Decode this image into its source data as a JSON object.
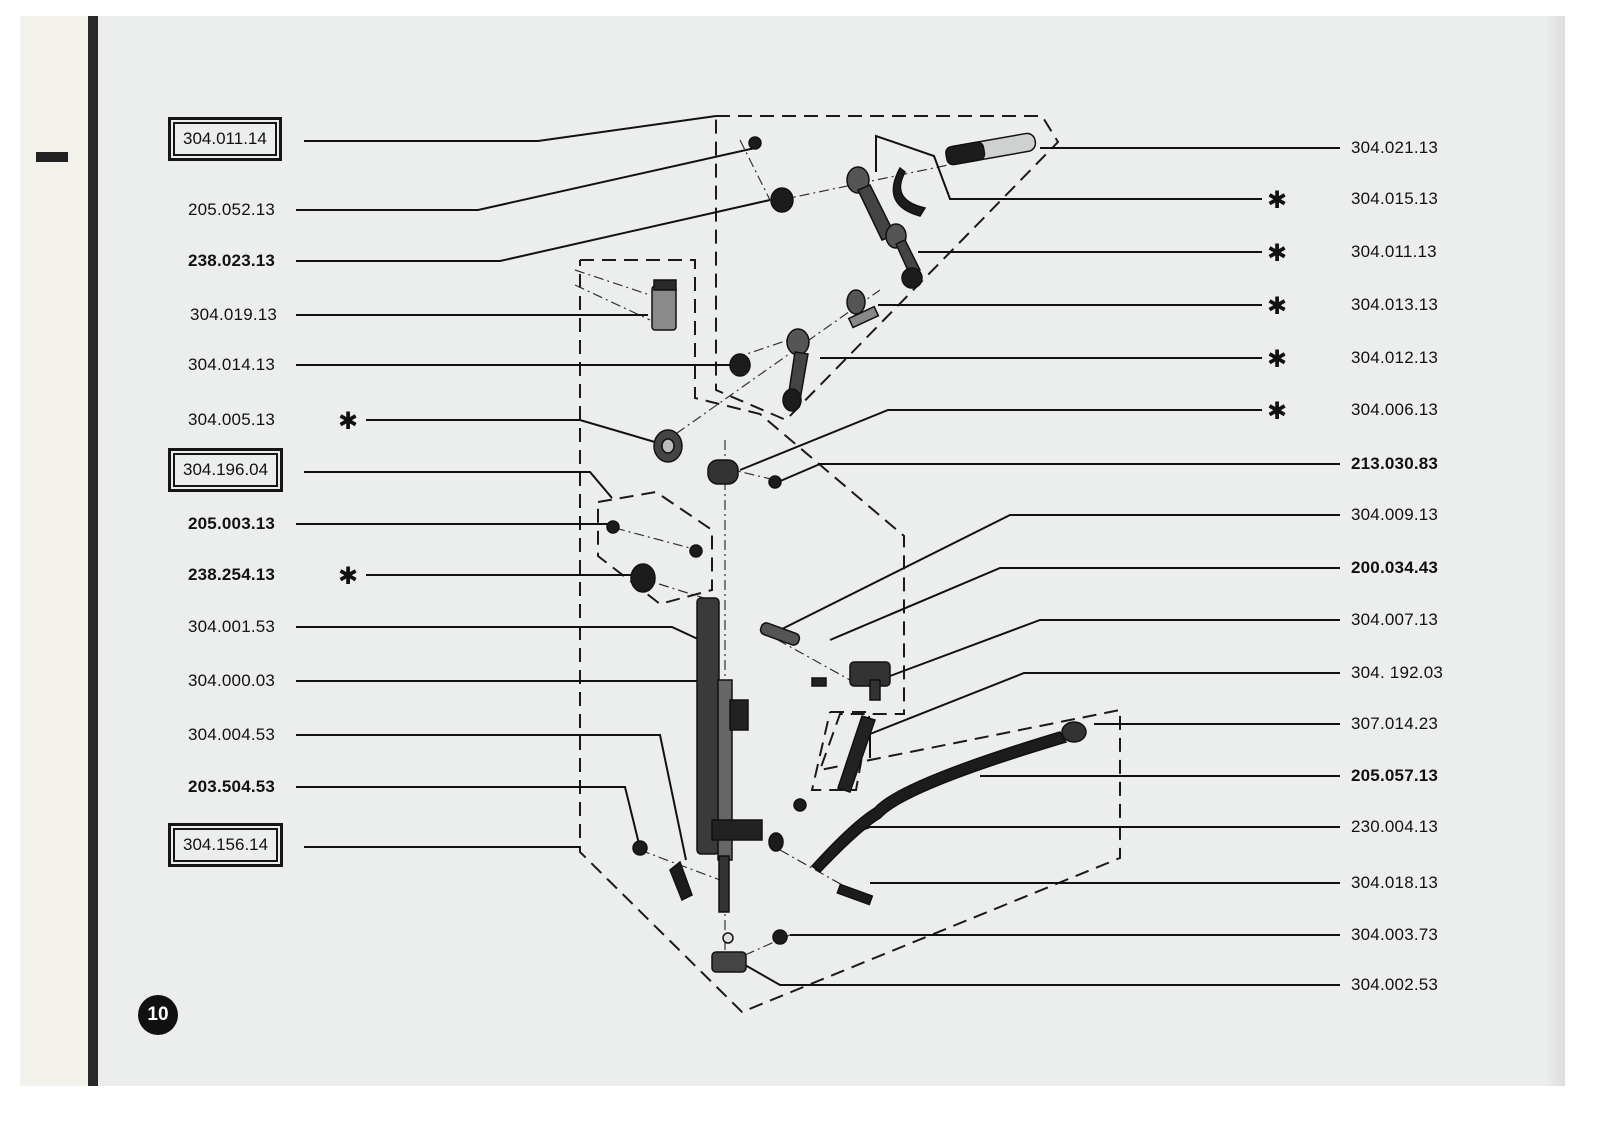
{
  "page": {
    "number": "10"
  },
  "left_labels": [
    {
      "id": "304.011.14",
      "text": "304.011.14",
      "boxed": true
    },
    {
      "id": "205.052.13",
      "text": "205.052.13"
    },
    {
      "id": "238.023.13",
      "text": "238.023.13"
    },
    {
      "id": "304.019.13",
      "text": "304.019.13"
    },
    {
      "id": "304.014.13",
      "text": "304.014.13"
    },
    {
      "id": "304.005.13",
      "text": "304.005.13",
      "star": true
    },
    {
      "id": "304.196.04",
      "text": "304.196.04",
      "boxed": true
    },
    {
      "id": "205.003.13",
      "text": "205.003.13"
    },
    {
      "id": "238.254.13",
      "text": "238.254.13",
      "star": true
    },
    {
      "id": "304.001.53",
      "text": "304.001.53"
    },
    {
      "id": "304.000.03",
      "text": "304.000.03"
    },
    {
      "id": "304.004.53",
      "text": "304.004.53"
    },
    {
      "id": "203.504.53",
      "text": "203.504.53"
    },
    {
      "id": "304.156.14",
      "text": "304.156.14",
      "boxed": true
    }
  ],
  "right_labels": [
    {
      "id": "304.021.13",
      "text": "304.021.13"
    },
    {
      "id": "304.015.13",
      "text": "304.015.13",
      "star": true
    },
    {
      "id": "304.011.13",
      "text": "304.011.13",
      "star": true
    },
    {
      "id": "304.013.13",
      "text": "304.013.13",
      "star": true
    },
    {
      "id": "304.012.13",
      "text": "304.012.13",
      "star": true
    },
    {
      "id": "304.006.13",
      "text": "304.006.13",
      "star": true
    },
    {
      "id": "213.030.83",
      "text": "213.030.83"
    },
    {
      "id": "304.009.13",
      "text": "304.009.13"
    },
    {
      "id": "200.034.43",
      "text": "200.034.43"
    },
    {
      "id": "304.007.13",
      "text": "304.007.13"
    },
    {
      "id": "304.192.03",
      "text": "304. 192.03"
    },
    {
      "id": "307.014.23",
      "text": "307.014.23"
    },
    {
      "id": "205.057.13",
      "text": "205.057.13"
    },
    {
      "id": "230.004.13",
      "text": "230.004.13"
    },
    {
      "id": "304.018.13",
      "text": "304.018.13"
    },
    {
      "id": "304.003.73",
      "text": "304.003.73"
    },
    {
      "id": "304.002.53",
      "text": "304.002.53"
    }
  ],
  "star_symbol": "✱"
}
